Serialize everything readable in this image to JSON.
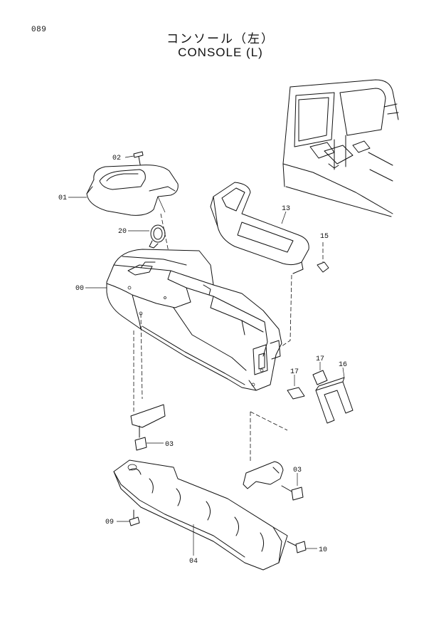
{
  "header": {
    "page_number": "089",
    "title_jp": "コンソール（左）",
    "title_en": "CONSOLE (L)"
  },
  "callouts": {
    "c02": "02",
    "c01": "01",
    "c20": "20",
    "c00": "00",
    "c13": "13",
    "c15": "15",
    "c17a": "17",
    "c16": "16",
    "c17b": "17",
    "c03a": "03",
    "c03b": "03",
    "c09": "09",
    "c04": "04",
    "c10": "10"
  }
}
